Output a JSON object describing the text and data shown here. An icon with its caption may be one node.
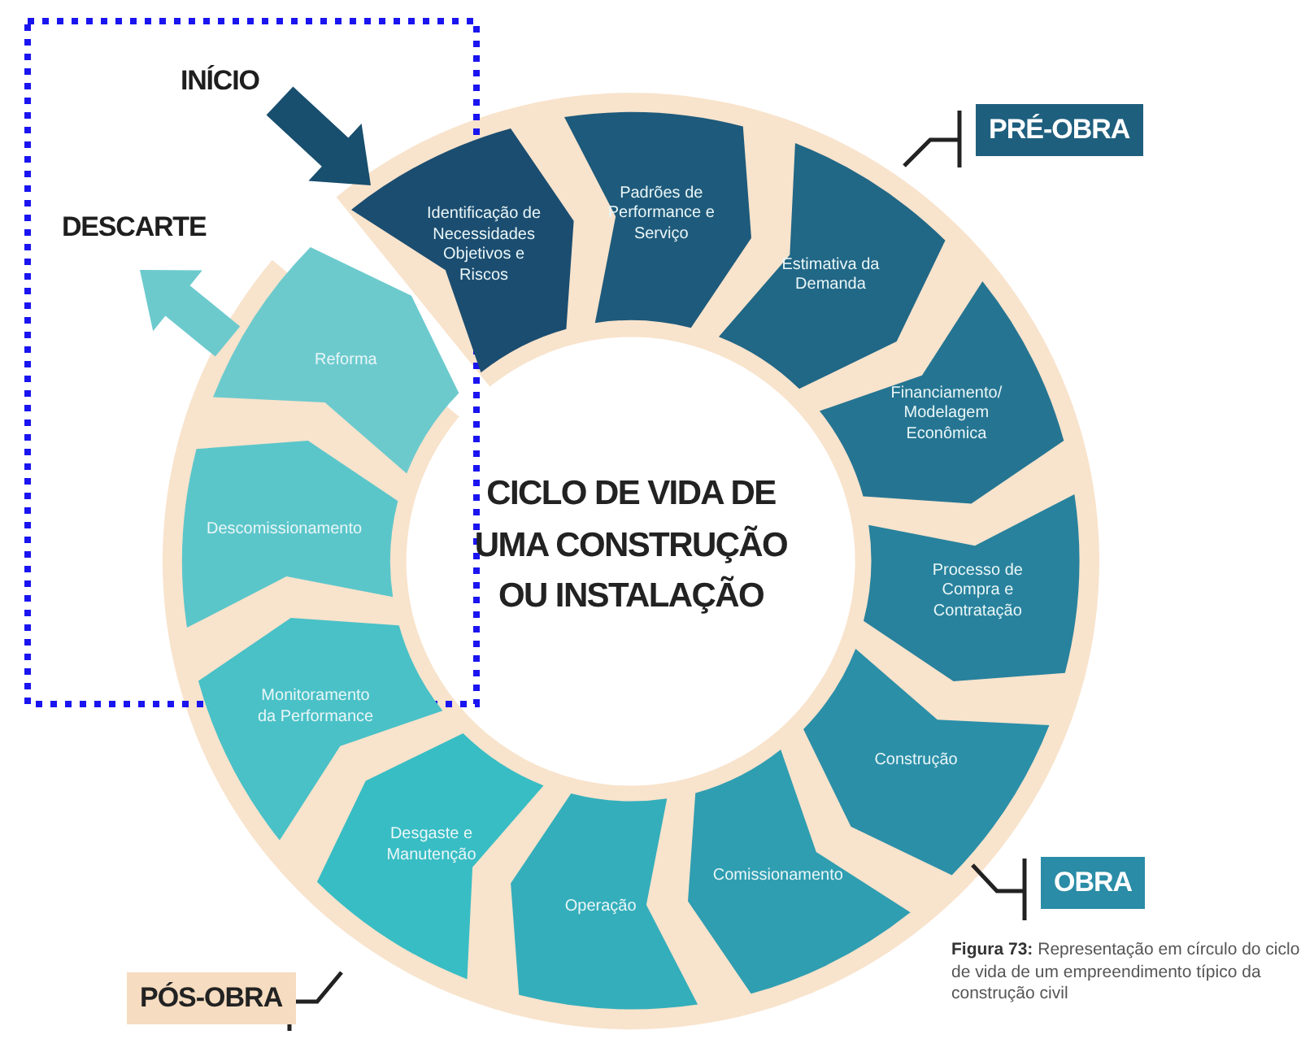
{
  "diagram": {
    "title": "CICLO DE VIDA DE UMA CONSTRUÇÃO OU INSTALAÇÃO",
    "caption": "**Figura 73:** Representação em círculo do ciclo de vida de um empreendimento típico da construção civil",
    "nodes": [
      {
        "text": [
          "Identificação de Necessidades Objetivos e Riscos"
        ]
      },
      {
        "text": [
          "Padrões de Performance e Serviço"
        ]
      },
      {
        "text": [
          "Estimativa da Demanda"
        ]
      },
      {
        "text": [
          "Financiamento/ Modelagem Econômica"
        ]
      },
      {
        "text": [
          "Processo de Compra e Contratação"
        ]
      },
      {
        "text": [
          "Construção"
        ]
      },
      {
        "text": [
          "Comissionamento"
        ]
      },
      {
        "text": [
          "Operação"
        ]
      },
      {
        "text": [
          "Desgaste e Manutenção"
        ]
      },
      {
        "text": [
          "Monitoramento da Performance"
        ]
      },
      {
        "text": [
          "Descomissionamento"
        ]
      },
      {
        "text": [
          "Reforma"
        ]
      },
      {
        "text": [
          "INÍCIO"
        ]
      },
      {
        "text": [
          "DESCARTE"
        ]
      },
      {
        "text": [
          "PRÉ-OBRA"
        ]
      },
      {
        "text": [
          "OBRA"
        ]
      },
      {
        "text": [
          "PÓS-OBRA"
        ]
      }
    ],
    "edges": [
      {
        "from": 12,
        "to": 0,
        "arrow": "to",
        "style": "thick",
        "color": "#184e6e"
      },
      {
        "from": 11,
        "to": 13,
        "arrow": "to",
        "style": "thick",
        "color": "#6ccacd"
      }
    ]
  }
}
